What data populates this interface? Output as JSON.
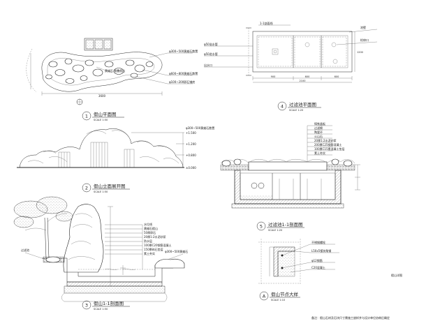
{
  "sheet_label": "假山详图",
  "note": "备注：假山石材及石块尺寸需施工放样并与设计单位协商后确定",
  "views": [
    {
      "number": "1",
      "title": "假山平面图",
      "scale": "SCALE 1:50"
    },
    {
      "number": "2",
      "title": "假山立面展开图",
      "scale": "SCALE 1:50"
    },
    {
      "number": "3",
      "title": "假山1-1剖面图",
      "scale": "SCALE 1:50"
    },
    {
      "number": "4",
      "title": "过滤池平面图",
      "scale": "SCALE 1:20"
    },
    {
      "number": "5",
      "title": "过滤池1-1剖面图",
      "scale": "SCALE 1:20"
    },
    {
      "number": "A",
      "title": "假山节点大样",
      "scale": "SCALE 1:10"
    }
  ],
  "plan_callouts": [
    "黄蜡石 堆叠假山",
    "φ300~500黄蜡石散置",
    "φ600~800黄蜡石散置",
    "φ100~200卵石铺底"
  ],
  "elevation_callouts": [
    "φ300~500黄蜡石散置",
    "+1.500",
    "+1.200",
    "+0.800",
    "±0.000"
  ],
  "section_callouts": [
    "水位线",
    "黄蜡石假山",
    "50厚卵石",
    "20厚1:2水泥砂浆",
    "防水层",
    "100厚C20钢筋混凝土",
    "150厚碎石垫层",
    "素土夯实",
    "φ300~500黄蜡石",
    "过滤池"
  ],
  "filter_plan_callouts": [
    "1-1剖面线",
    "池壁",
    "检修口",
    "φ50溢水管",
    "φ50进水管",
    "出水口"
  ],
  "filter_section_callouts": [
    "铸铁盖板",
    "过滤棉",
    "陶瓷环",
    "火山石",
    "20厚1:2水泥砂浆",
    "200厚C25钢筋混凝土",
    "100厚C15素混凝土垫层",
    "素土夯实"
  ],
  "detail_callouts": [
    "不锈钢螺栓",
    "L50x5镀锌角钢",
    "φ12钢筋",
    "C20混凝土"
  ],
  "dimensions": {
    "plan_w": "3600",
    "filter_w": "2100",
    "filter_cells": [
      "900",
      "600",
      "600"
    ],
    "filter_h": "1200"
  }
}
